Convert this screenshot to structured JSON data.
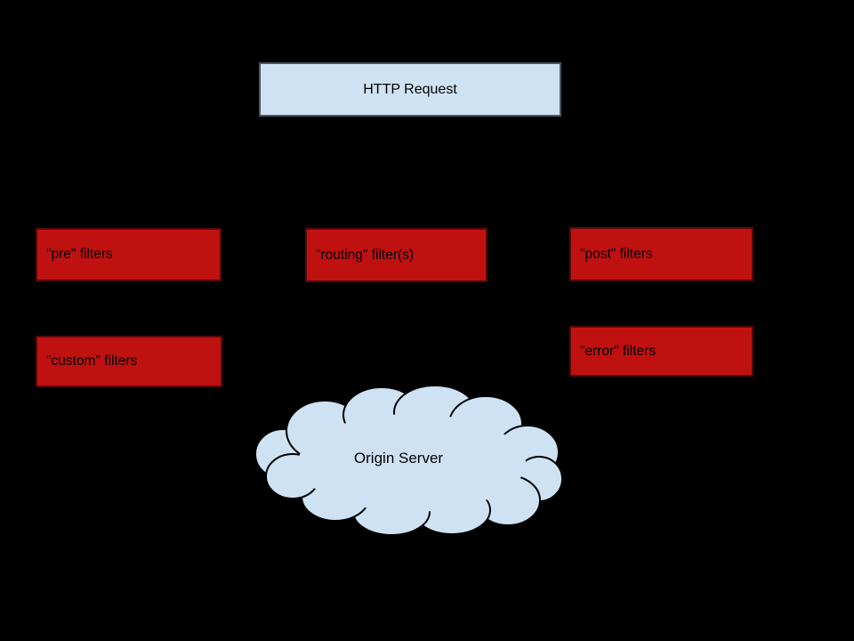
{
  "colors": {
    "background": "#000000",
    "node_fill": "#cfe2f3",
    "node_border": "#4a5560",
    "filter_fill": "#c01111",
    "filter_border": "#570808",
    "cloud_stroke": "#000000",
    "text": "#000000"
  },
  "nodes": {
    "http_request": {
      "label": "HTTP Request",
      "shape": "rectangle"
    },
    "pre_filters": {
      "label": "\"pre\" filters",
      "shape": "rectangle"
    },
    "routing_filters": {
      "label": "\"routing\" filter(s)",
      "shape": "rectangle"
    },
    "post_filters": {
      "label": "\"post\" filters",
      "shape": "rectangle"
    },
    "custom_filters": {
      "label": "\"custom\" filters",
      "shape": "rectangle"
    },
    "error_filters": {
      "label": "\"error\" filters",
      "shape": "rectangle"
    },
    "origin_server": {
      "label": "Origin Server",
      "shape": "cloud"
    }
  }
}
